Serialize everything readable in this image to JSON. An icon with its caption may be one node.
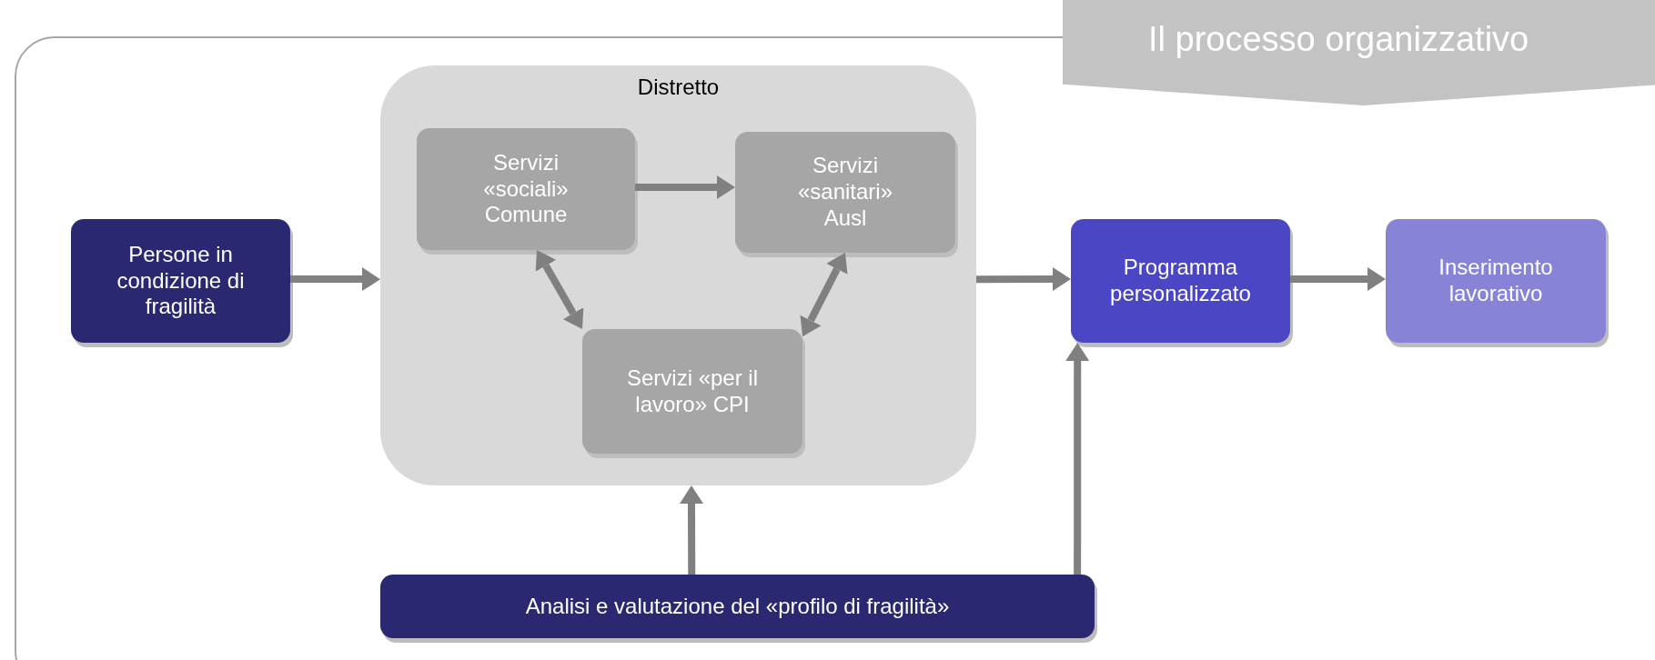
{
  "diagram": {
    "title": "Il processo organizzativo",
    "nodes": [
      {
        "text": [
          "Persone in condizione di fragilità"
        ]
      },
      {
        "text": [
          "Distretto"
        ]
      },
      {
        "text": [
          "Servizi «sociali» Comune"
        ],
        "in": 1
      },
      {
        "text": [
          "Servizi «sanitari» Ausl"
        ],
        "in": 1
      },
      {
        "text": [
          "Servizi «per il lavoro» CPI"
        ],
        "in": 1
      },
      {
        "text": [
          "Programma personalizzato"
        ]
      },
      {
        "text": [
          "Inserimento lavorativo"
        ]
      },
      {
        "text": [
          "Analisi e valutazione del «profilo di fragilità»"
        ]
      }
    ],
    "edges": [
      {
        "from": 0,
        "to": 1,
        "arrow": "to"
      },
      {
        "from": 2,
        "to": 3,
        "arrow": "to"
      },
      {
        "from": 2,
        "to": 4,
        "arrow": "both"
      },
      {
        "from": 3,
        "to": 4,
        "arrow": "both"
      },
      {
        "from": 1,
        "to": 5,
        "arrow": "to"
      },
      {
        "from": 5,
        "to": 6,
        "arrow": "to"
      },
      {
        "from": 7,
        "to": 1,
        "arrow": "to"
      },
      {
        "from": 7,
        "to": 5,
        "arrow": "to"
      }
    ]
  }
}
